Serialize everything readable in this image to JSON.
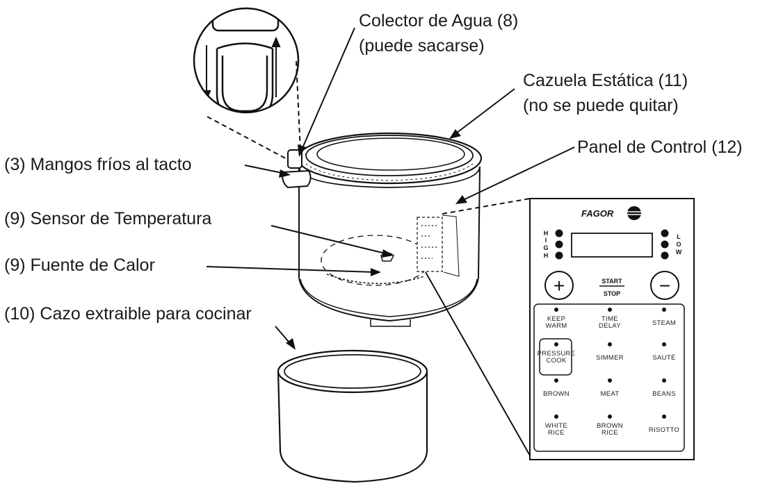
{
  "labels": {
    "water_collector": [
      "Colector de Agua (8)",
      "(puede sacarse)"
    ],
    "static_casserole": [
      "Cazuela Estática (11)",
      "(no se puede quitar)"
    ],
    "control_panel": "Panel de Control (12)",
    "cool_handles": "(3) Mangos fríos al tacto",
    "temp_sensor": "(9) Sensor de Temperatura",
    "heat_source": "(9) Fuente de Calor",
    "removable_pot": "(10) Cazo extraible para cocinar"
  },
  "panel": {
    "brand": "FAGOR",
    "high_label": [
      "H",
      "I",
      "G",
      "H"
    ],
    "low_label": [
      "L",
      "O",
      "W"
    ],
    "plus_symbol": "+",
    "minus_symbol": "−",
    "start_label": "START",
    "stop_label": "STOP",
    "buttons": [
      {
        "line1": "KEEP",
        "line2": "WARM"
      },
      {
        "line1": "TIME",
        "line2": "DELAY"
      },
      {
        "line1": "STEAM",
        "line2": ""
      },
      {
        "line1": "PRESSURE",
        "line2": "COOK"
      },
      {
        "line1": "SIMMER",
        "line2": ""
      },
      {
        "line1": "SAUTÉ",
        "line2": ""
      },
      {
        "line1": "BROWN",
        "line2": ""
      },
      {
        "line1": "MEAT",
        "line2": ""
      },
      {
        "line1": "BEANS",
        "line2": ""
      },
      {
        "line1": "WHITE",
        "line2": "RICE"
      },
      {
        "line1": "BROWN",
        "line2": "RICE"
      },
      {
        "line1": "RISOTTO",
        "line2": ""
      }
    ]
  }
}
